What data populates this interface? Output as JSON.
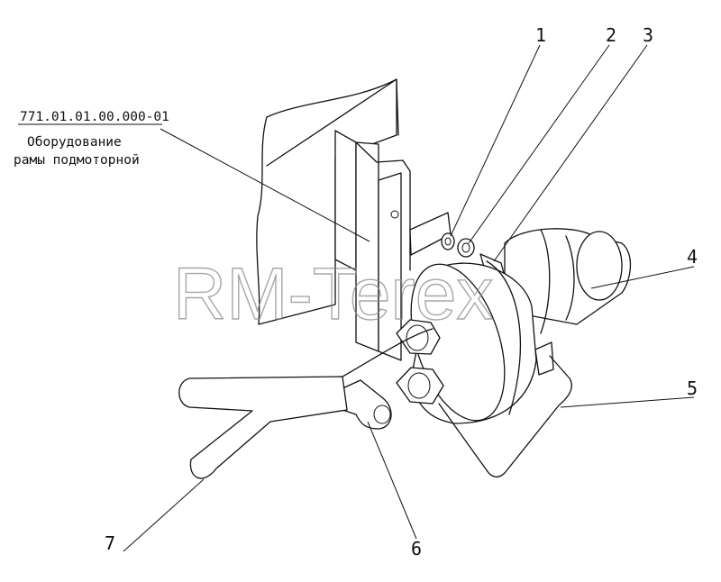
{
  "diagram": {
    "watermark": "RM-Terex",
    "reference": {
      "code": "771.01.01.00.000-01",
      "caption_line1": "Оборудование",
      "caption_line2": "рамы подмоторной"
    },
    "callouts": [
      {
        "label": "1"
      },
      {
        "label": "2"
      },
      {
        "label": "3"
      },
      {
        "label": "4"
      },
      {
        "label": "5"
      },
      {
        "label": "6"
      },
      {
        "label": "7"
      }
    ]
  }
}
